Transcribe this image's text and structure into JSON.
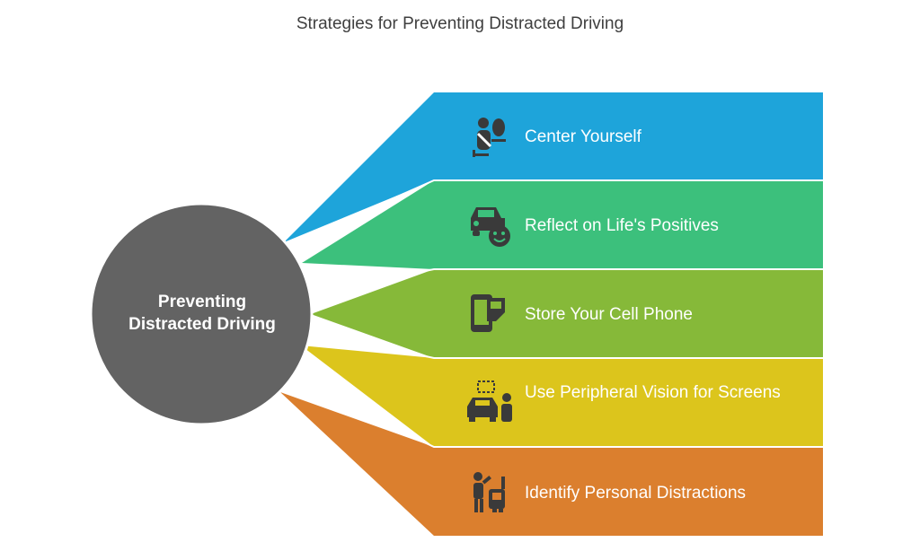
{
  "title": "Strategies for Preventing Distracted Driving",
  "hub": {
    "line1": "Preventing",
    "line2": "Distracted Driving",
    "color": "#636363"
  },
  "branches": [
    {
      "label": "Center Yourself",
      "icon": "person-seatbelt-icon",
      "color": "#1EA4DA"
    },
    {
      "label": "Reflect on Life's Positives",
      "icon": "car-smile-icon",
      "color": "#3CC07C"
    },
    {
      "label": "Store Your Cell Phone",
      "icon": "phone-pocket-icon",
      "color": "#86B939"
    },
    {
      "label": "Use Peripheral Vision for Screens",
      "icon": "car-person-vision-icon",
      "color": "#DCC51C"
    },
    {
      "label": "Identify Personal Distractions",
      "icon": "person-car-distraction-icon",
      "color": "#DB7F2E"
    }
  ]
}
